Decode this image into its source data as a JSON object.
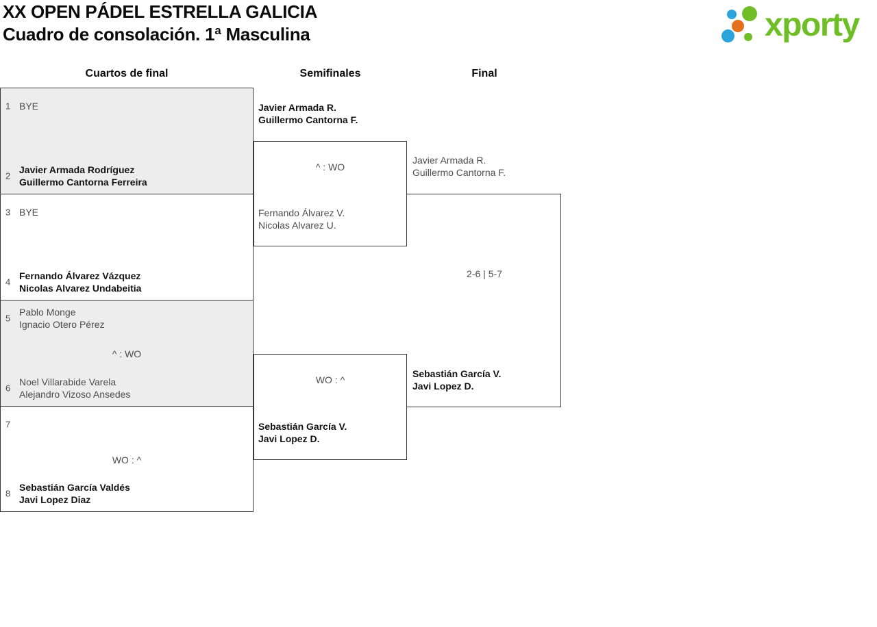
{
  "header": {
    "title_line1": "XX OPEN PÁDEL ESTRELLA GALICIA",
    "title_line2": "Cuadro de consolación. 1ª Masculina",
    "logo_text": "xporty"
  },
  "colors": {
    "brand_green": "#6fbe27",
    "brand_blue": "#2ba3db",
    "brand_orange": "#e2701c",
    "row_shade_gray": "#ededed",
    "border": "#383838"
  },
  "rounds": [
    {
      "label": "Cuartos de final"
    },
    {
      "label": "Semifinales"
    },
    {
      "label": "Final"
    }
  ],
  "bracket": {
    "quarterfinals": [
      {
        "seed1": "1",
        "team1": [
          "BYE"
        ],
        "team1_winner": false,
        "score": "",
        "seed2": "2",
        "team2": [
          "Javier Armada Rodríguez",
          "Guillermo Cantorna Ferreira"
        ],
        "team2_winner": true,
        "shaded": true
      },
      {
        "seed1": "3",
        "team1": [
          "BYE"
        ],
        "team1_winner": false,
        "score": "",
        "seed2": "4",
        "team2": [
          "Fernando Álvarez Vázquez",
          "Nicolas Alvarez Undabeitia"
        ],
        "team2_winner": true,
        "shaded": false
      },
      {
        "seed1": "5",
        "team1": [
          "Pablo Monge",
          "Ignacio Otero Pérez"
        ],
        "team1_winner": false,
        "score": "^ : WO",
        "seed2": "6",
        "team2": [
          "Noel Villarabide Varela",
          "Alejandro Vizoso Ansedes"
        ],
        "team2_winner": false,
        "shaded": true
      },
      {
        "seed1": "7",
        "team1": [],
        "team1_winner": false,
        "score": "WO : ^",
        "seed2": "8",
        "team2": [
          "Sebastián García Valdés",
          "Javi Lopez Diaz"
        ],
        "team2_winner": true,
        "shaded": false
      }
    ],
    "semifinals": [
      {
        "team1": [
          "Javier Armada R.",
          "Guillermo Cantorna F."
        ],
        "team1_winner": true,
        "score": "^ : WO",
        "team2": [
          "Fernando Álvarez V.",
          "Nicolas Alvarez U."
        ],
        "team2_winner": false
      },
      {
        "team1": [],
        "team1_winner": false,
        "score": "WO : ^",
        "team2": [
          "Sebastián García V.",
          "Javi Lopez D."
        ],
        "team2_winner": true
      }
    ],
    "final": {
      "team1": [
        "Javier Armada R.",
        "Guillermo Cantorna F."
      ],
      "team1_winner": false,
      "score": "2-6 | 5-7",
      "team2": [
        "Sebastián García V.",
        "Javi Lopez D."
      ],
      "team2_winner": true
    }
  }
}
